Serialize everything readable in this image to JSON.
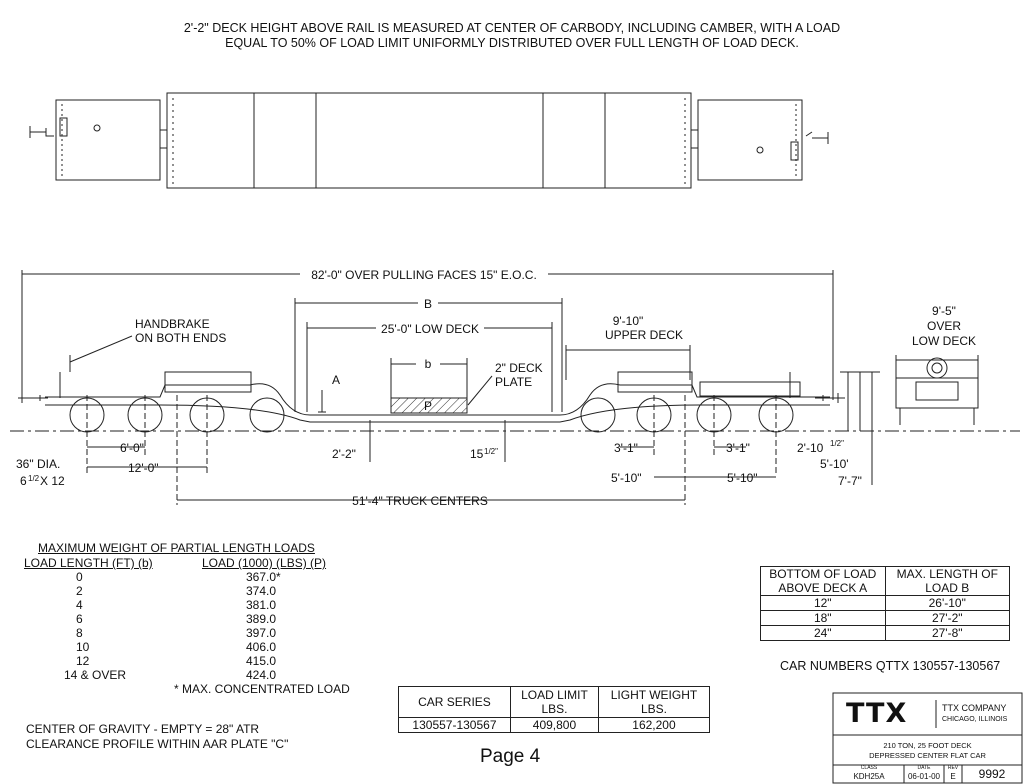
{
  "top_note": {
    "line1": "2'-2\" DECK HEIGHT ABOVE RAIL IS MEASURED AT CENTER OF CARBODY, INCLUDING CAMBER, WITH A LOAD",
    "line2": "EQUAL TO 50% OF LOAD LIMIT UNIFORMLY DISTRIBUTED OVER FULL LENGTH OF LOAD DECK."
  },
  "dimensions": {
    "overall": "82'-0\" OVER PULLING FACES 15\" E.O.C.",
    "b_upper": "B",
    "low_deck": "25'-0\" LOW DECK",
    "upper_deck_1": "9'-10\"",
    "upper_deck_2": "UPPER DECK",
    "b_lower": "b",
    "a_label": "A",
    "p_label": "P",
    "deck_plate_1": "2\" DECK",
    "deck_plate_2": "PLATE",
    "handbrake_1": "HANDBRAKE",
    "handbrake_2": "ON BOTH ENDS",
    "end_width_1": "9'-5\"",
    "end_width_2": "OVER",
    "end_width_3": "LOW DECK",
    "six_ft": "6'-0\"",
    "twelve_ft": "12'-0\"",
    "deck_height": "2'-2\"",
    "fifteen_half_main": "15",
    "fifteen_half_frac": "1/2\"",
    "three_one_a": "3'-1\"",
    "three_one_b": "3'-1\"",
    "five_ten_a": "5'-10\"",
    "five_ten_b": "5'-10\"",
    "two_ten_main": "2'-10",
    "two_ten_frac": "1/2\"",
    "five_ten_c": "5'-10'",
    "seven_seven": "7'-7\"",
    "wheel_dia": "36\" DIA.",
    "axle_main": "6",
    "axle_frac": "1/2",
    "axle_rest": "X 12",
    "truck_centers": "51'-4\" TRUCK CENTERS"
  },
  "partial_loads": {
    "title": "MAXIMUM WEIGHT OF PARTIAL LENGTH LOADS",
    "col1": "LOAD LENGTH (FT) (b)",
    "col2": "LOAD (1000) (LBS) (P)",
    "rows": [
      {
        "length": "0",
        "load": "367.0*"
      },
      {
        "length": "2",
        "load": "374.0"
      },
      {
        "length": "4",
        "load": "381.0"
      },
      {
        "length": "6",
        "load": "389.0"
      },
      {
        "length": "8",
        "load": "397.0"
      },
      {
        "length": "10",
        "load": "406.0"
      },
      {
        "length": "12",
        "load": "415.0"
      },
      {
        "length": "14 & OVER",
        "load": "424.0"
      }
    ],
    "footnote": "* MAX. CONCENTRATED LOAD"
  },
  "notes": {
    "cg": "CENTER OF GRAVITY - EMPTY = 28\" ATR",
    "clearance": "CLEARANCE PROFILE WITHIN AAR PLATE \"C\""
  },
  "load_b_table": {
    "h1_line1": "BOTTOM OF LOAD",
    "h1_line2": "ABOVE DECK A",
    "h2_line1": "MAX. LENGTH OF",
    "h2_line2": "LOAD B",
    "rows": [
      {
        "a": "12\"",
        "b": "26'-10\""
      },
      {
        "a": "18\"",
        "b": "27'-2\""
      },
      {
        "a": "24\"",
        "b": "27'-8\""
      }
    ]
  },
  "car_numbers": "CAR NUMBERS QTTX 130557-130567",
  "series_table": {
    "h1": "CAR SERIES",
    "h2_line1": "LOAD LIMIT",
    "h2_line2": "LBS.",
    "h3_line1": "LIGHT WEIGHT",
    "h3_line2": "LBS.",
    "series": "130557-130567",
    "load_limit": "409,800",
    "light_weight": "162,200"
  },
  "page_label": "Page 4",
  "title_block": {
    "logo": "TTX",
    "company": "TTX COMPANY",
    "city": "CHICAGO, ILLINOIS",
    "desc1": "210 TON, 25 FOOT DECK",
    "desc2": "DEPRESSED CENTER FLAT CAR",
    "class_label": "CLASS",
    "class_value": "KDH25A",
    "date_label": "DATE",
    "date_value": "06-01-00",
    "rev_label": "REV",
    "rev_value": "E",
    "number": "9992"
  }
}
